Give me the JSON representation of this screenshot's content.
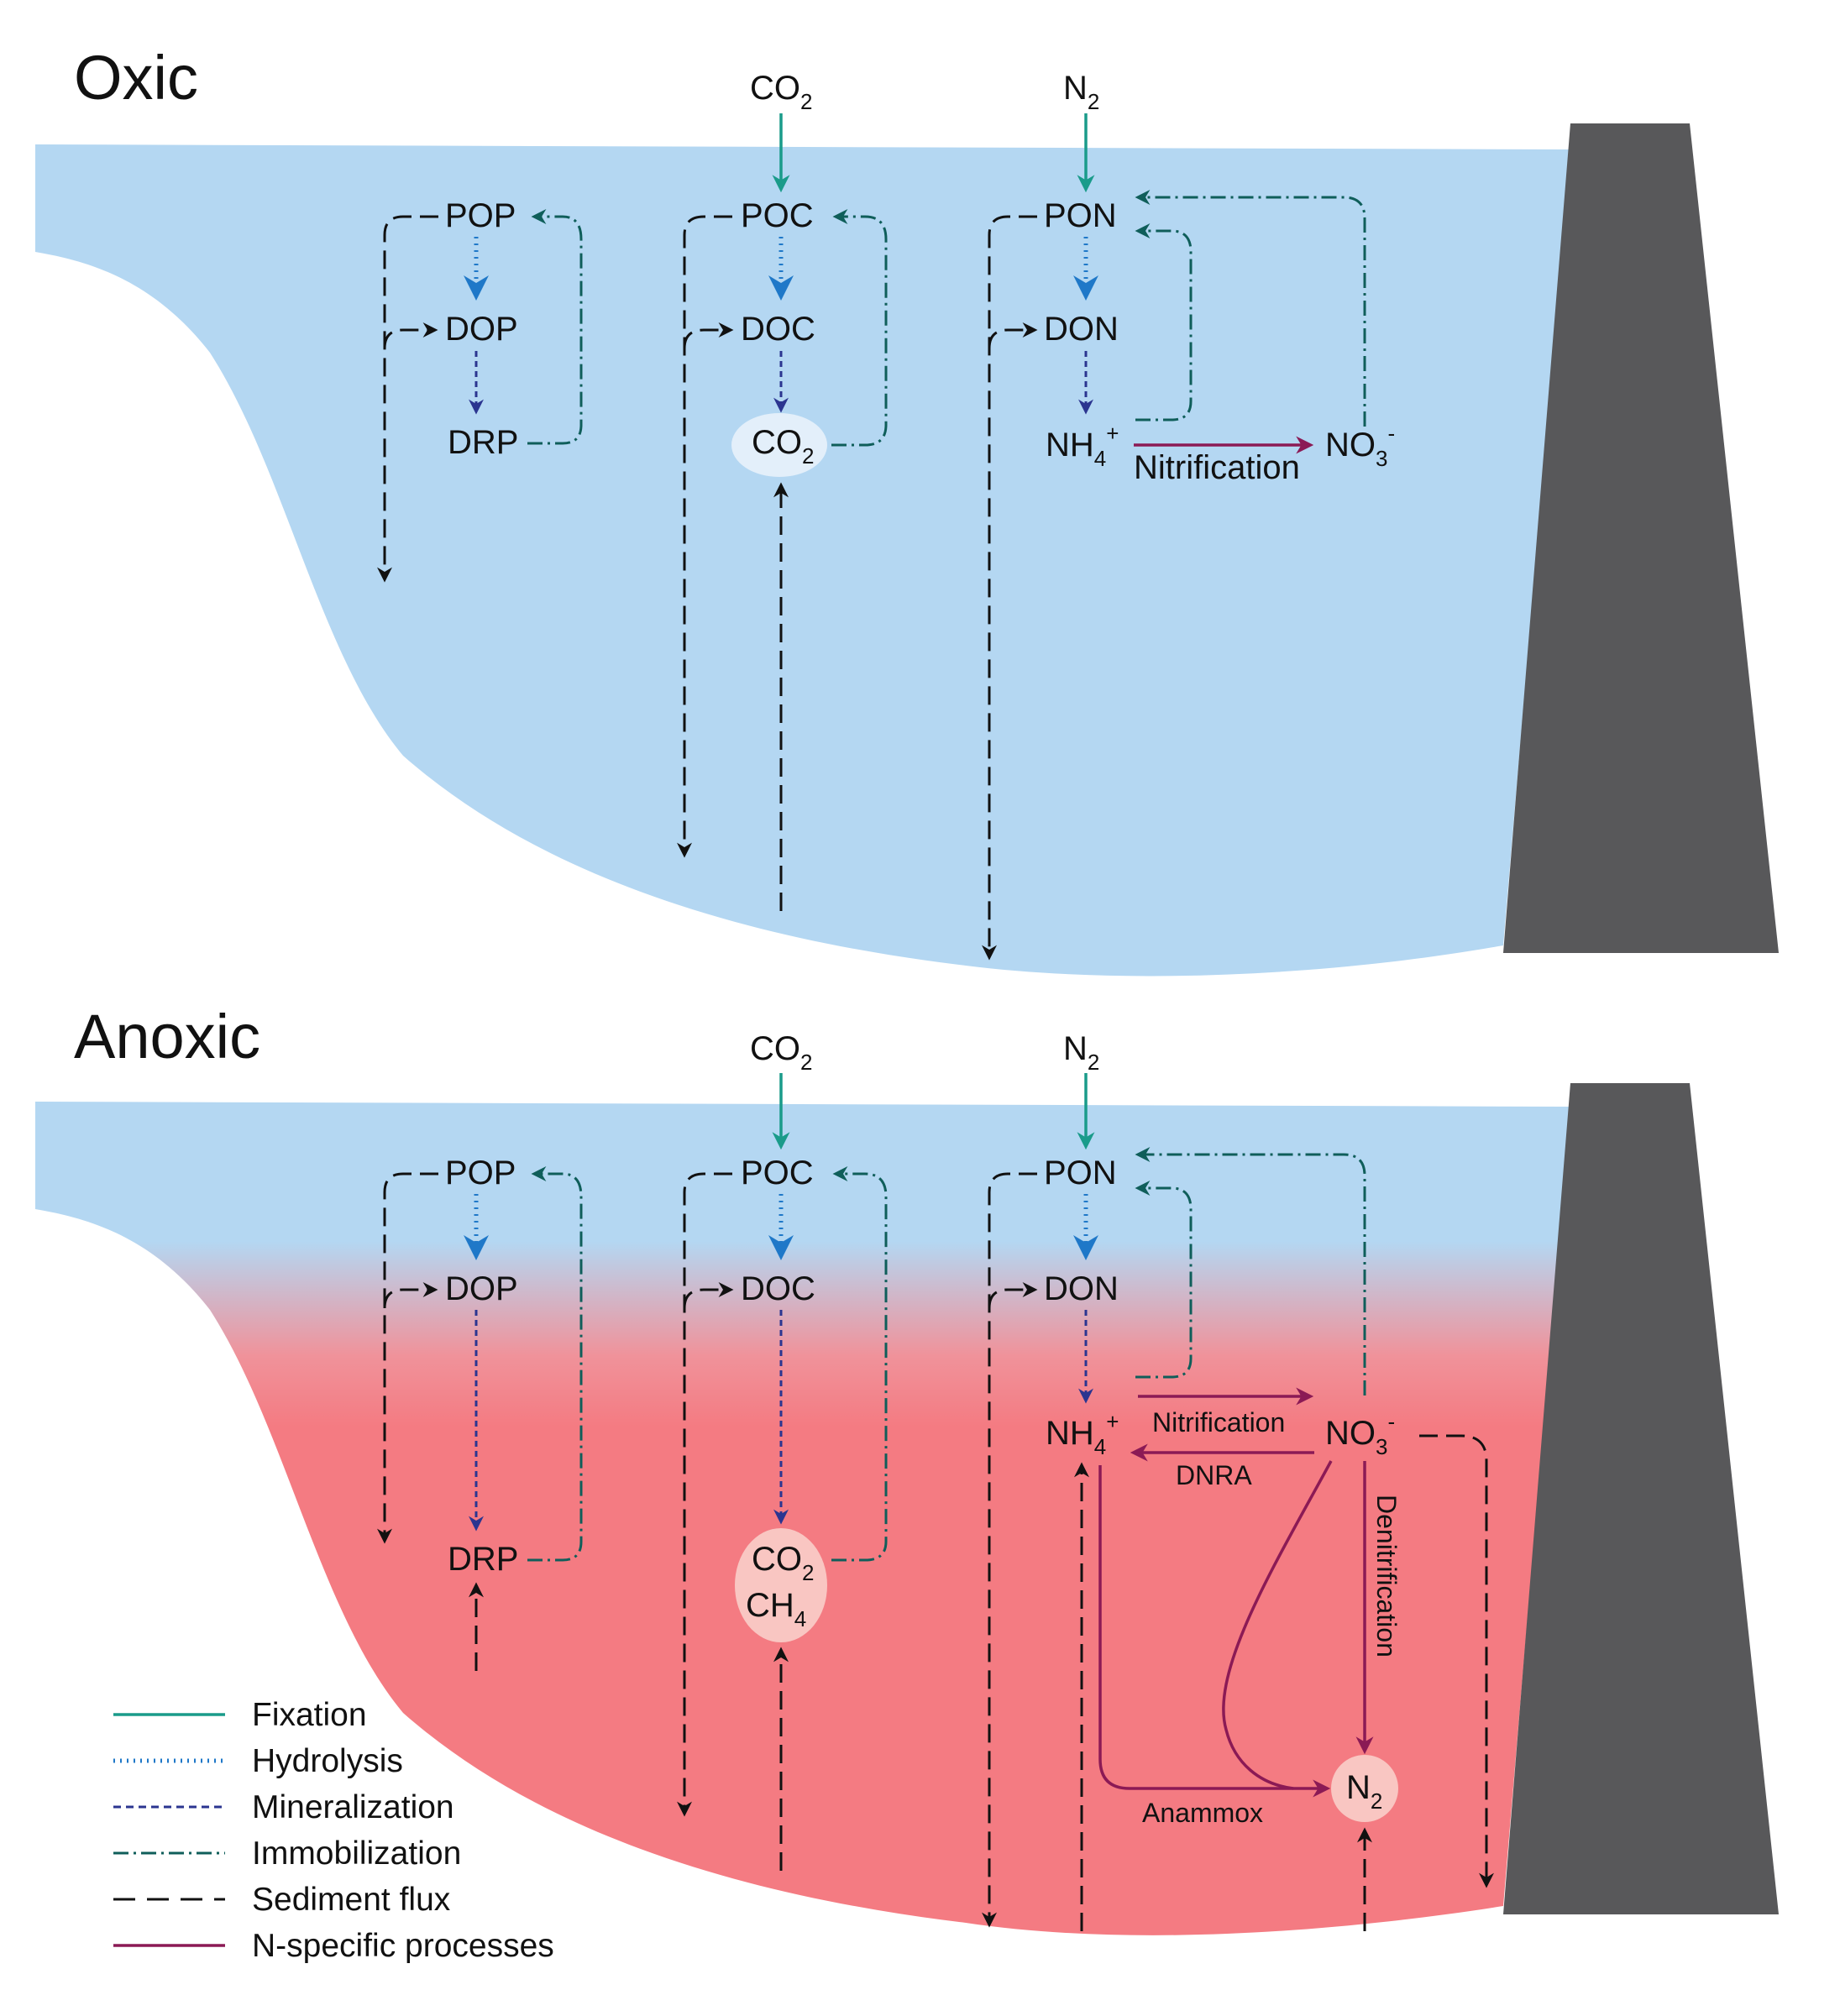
{
  "panels": {
    "oxic": {
      "title": "Oxic"
    },
    "anoxic": {
      "title": "Anoxic"
    }
  },
  "species": {
    "co2": "CO",
    "co2_sub": "2",
    "n2": "N",
    "n2_sub": "2",
    "pop": "POP",
    "poc": "POC",
    "pon": "PON",
    "dop": "DOP",
    "doc": "DOC",
    "don": "DON",
    "drp": "DRP",
    "nh4": "NH",
    "nh4_sub": "4",
    "nh4_sup": "+",
    "no3": "NO",
    "no3_sub": "3",
    "no3_sup": "-",
    "ch4": "CH",
    "ch4_sub": "4"
  },
  "processes": {
    "nitrification": "Nitrification",
    "dnra": "DNRA",
    "denitrification": "Denitrification",
    "anammox": "Anammox"
  },
  "legend": [
    {
      "label": "Fixation",
      "style": "solid",
      "color": "#1a9b8a"
    },
    {
      "label": "Hydrolysis",
      "style": "dotted",
      "color": "#1f78c8"
    },
    {
      "label": "Mineralization",
      "style": "dashed",
      "color": "#2b3590"
    },
    {
      "label": "Immobilization",
      "style": "dashdot",
      "color": "#0f5e5a"
    },
    {
      "label": "Sediment flux",
      "style": "longdash",
      "color": "#111111"
    },
    {
      "label": "N-specific processes",
      "style": "solid",
      "color": "#8b1a55"
    }
  ],
  "colors": {
    "water_oxic": "#b4d7f2",
    "water_anoxic": "#f47b82",
    "dam": "#58585a",
    "fixation": "#1a9b8a",
    "hydrolysis": "#1f78c8",
    "mineralization": "#2b3590",
    "immobilization": "#0f5e5a",
    "sediment": "#111111",
    "n_specific": "#8b1a55"
  }
}
